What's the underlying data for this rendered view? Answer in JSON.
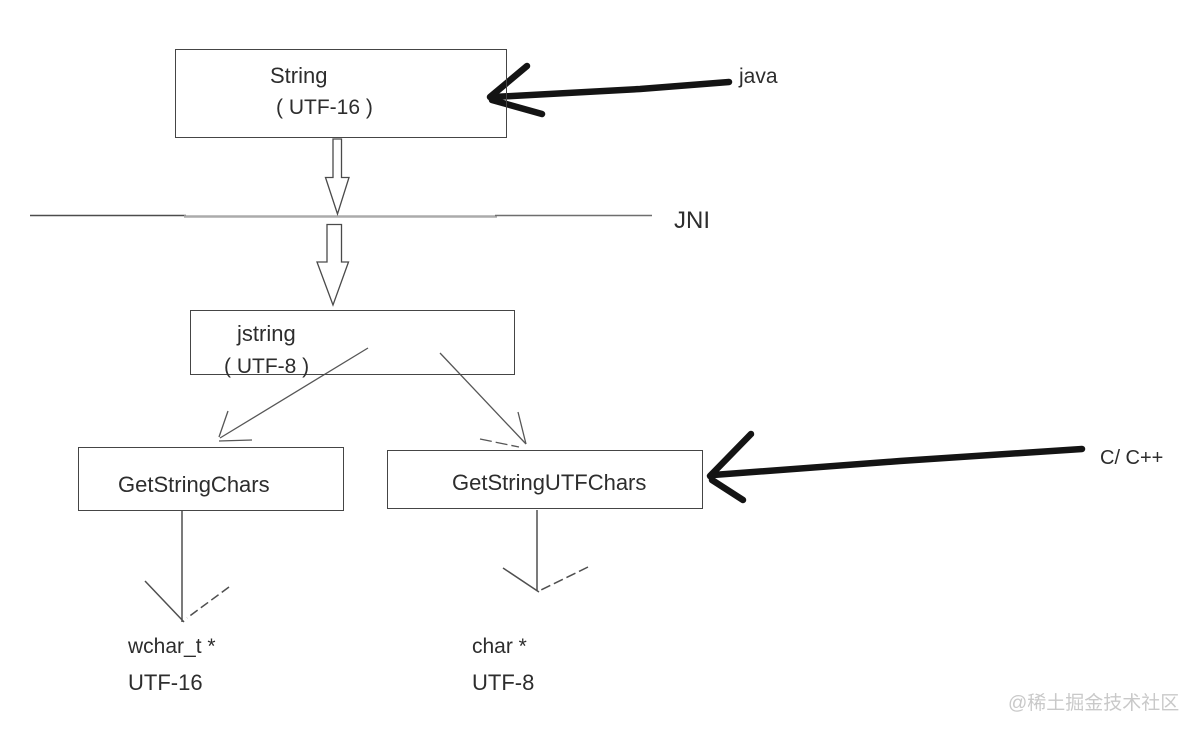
{
  "diagram": {
    "nodes": {
      "string": {
        "line1": "String",
        "line2": "( UTF-16 )"
      },
      "jstring": {
        "line1": "jstring",
        "line2": "( UTF-8 )"
      },
      "get_string_chars": {
        "label": "GetStringChars"
      },
      "get_string_utf_chars": {
        "label": "GetStringUTFChars"
      }
    },
    "labels": {
      "java": "java",
      "jni": "JNI",
      "cpp": "C/ C++",
      "wchar_result_type": "wchar_t *",
      "wchar_result_encoding": "UTF-16",
      "char_result_type": "char *",
      "char_result_encoding": "UTF-8"
    },
    "watermark": "@稀土掘金技术社区",
    "colors": {
      "background": "#ffffff",
      "box_border": "#454545",
      "text": "#2d2d2d",
      "thin_line": "#565656",
      "jni_line_dark": "#4d4d4d",
      "jni_line_gray": "#ababab",
      "hand_arrow": "#141414",
      "watermark": "#c9c9c9"
    }
  }
}
